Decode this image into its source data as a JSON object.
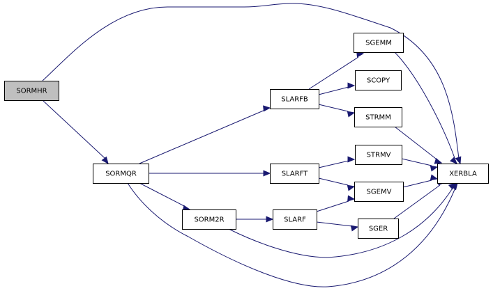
{
  "diagram": {
    "type": "call-graph",
    "colors": {
      "edge": "#191970",
      "root_fill": "#bfbfbf",
      "node_fill": "#ffffff",
      "node_border": "#000000"
    },
    "nodes": [
      {
        "id": "SORMHR",
        "label": "SORMHR",
        "root": true
      },
      {
        "id": "SORMQR",
        "label": "SORMQR"
      },
      {
        "id": "SLARFB",
        "label": "SLARFB"
      },
      {
        "id": "SGEMM",
        "label": "SGEMM"
      },
      {
        "id": "SCOPY",
        "label": "SCOPY"
      },
      {
        "id": "STRMM",
        "label": "STRMM"
      },
      {
        "id": "SLARFT",
        "label": "SLARFT"
      },
      {
        "id": "STRMV",
        "label": "STRMV"
      },
      {
        "id": "SGEMV",
        "label": "SGEMV"
      },
      {
        "id": "XERBLA",
        "label": "XERBLA"
      },
      {
        "id": "SORM2R",
        "label": "SORM2R"
      },
      {
        "id": "SLARF",
        "label": "SLARF"
      },
      {
        "id": "SGER",
        "label": "SGER"
      }
    ],
    "edges": [
      {
        "from": "SORMHR",
        "to": "SORMQR"
      },
      {
        "from": "SORMHR",
        "to": "XERBLA"
      },
      {
        "from": "SORMQR",
        "to": "SLARFB"
      },
      {
        "from": "SORMQR",
        "to": "SLARFT"
      },
      {
        "from": "SORMQR",
        "to": "SORM2R"
      },
      {
        "from": "SORMQR",
        "to": "XERBLA"
      },
      {
        "from": "SLARFB",
        "to": "SGEMM"
      },
      {
        "from": "SLARFB",
        "to": "SCOPY"
      },
      {
        "from": "SLARFB",
        "to": "STRMM"
      },
      {
        "from": "SGEMM",
        "to": "XERBLA"
      },
      {
        "from": "STRMM",
        "to": "XERBLA"
      },
      {
        "from": "SLARFT",
        "to": "STRMV"
      },
      {
        "from": "SLARFT",
        "to": "SGEMV"
      },
      {
        "from": "STRMV",
        "to": "XERBLA"
      },
      {
        "from": "SGEMV",
        "to": "XERBLA"
      },
      {
        "from": "SORM2R",
        "to": "SLARF"
      },
      {
        "from": "SORM2R",
        "to": "XERBLA"
      },
      {
        "from": "SLARF",
        "to": "SGEMV"
      },
      {
        "from": "SLARF",
        "to": "SGER"
      },
      {
        "from": "SGER",
        "to": "XERBLA"
      }
    ]
  }
}
